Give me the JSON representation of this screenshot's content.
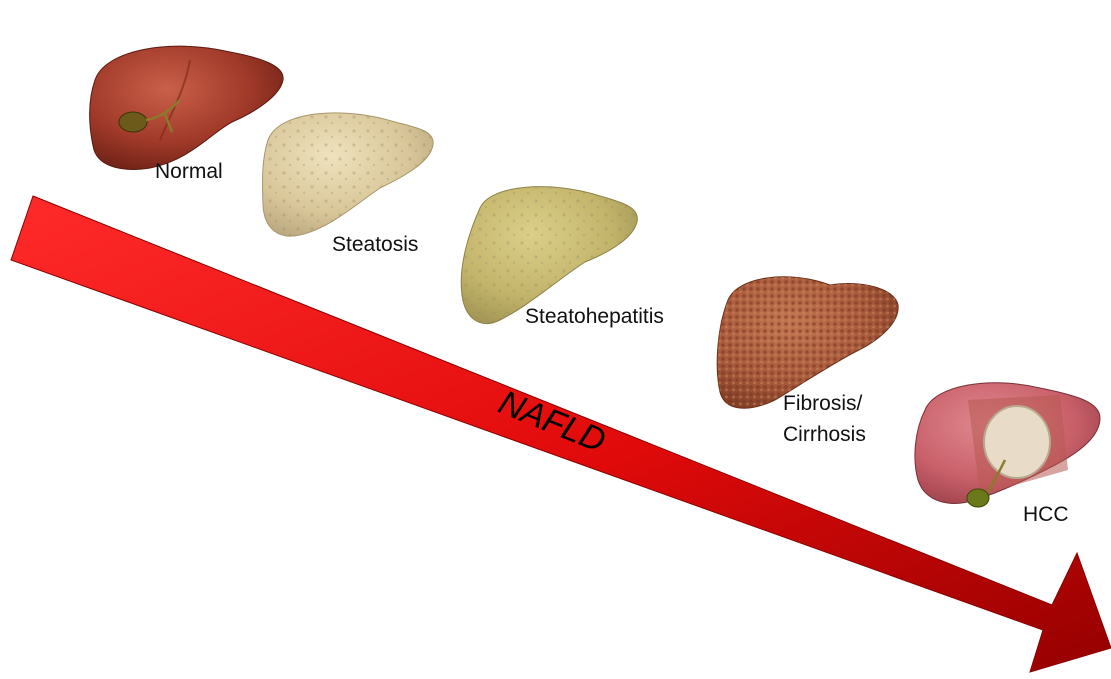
{
  "arrow": {
    "label": "NAFLD",
    "color_start": "#ff1a1a",
    "color_end": "#9a0000"
  },
  "stages": [
    {
      "id": "normal",
      "label": "Normal",
      "color": "#a23a2a"
    },
    {
      "id": "steatosis",
      "label": "Steatosis",
      "color": "#d9c79a"
    },
    {
      "id": "steatohepatitis",
      "label": "Steatohepatitis",
      "color": "#c2b46a"
    },
    {
      "id": "fibrosis",
      "label_line1": "Fibrosis/",
      "label_line2": "Cirrhosis",
      "color": "#a85a3c"
    },
    {
      "id": "hcc",
      "label": "HCC",
      "color": "#c9606a"
    }
  ]
}
